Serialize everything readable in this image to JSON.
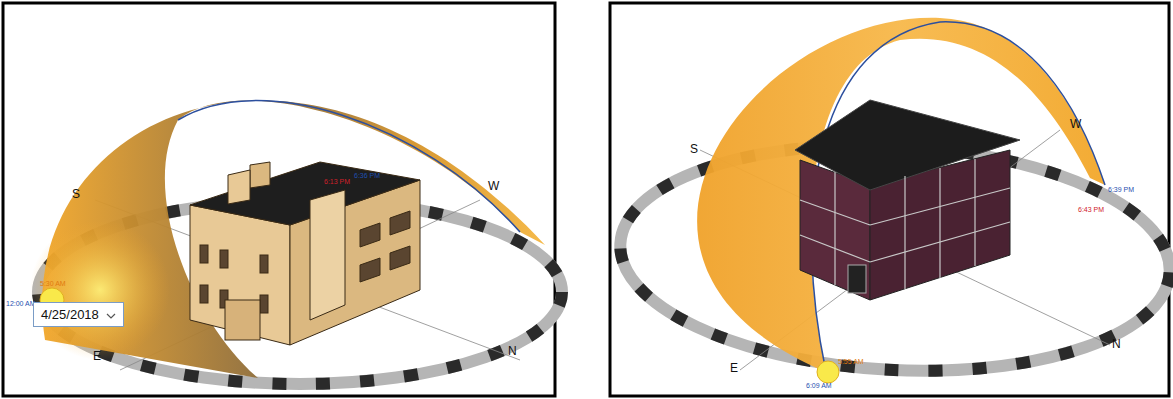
{
  "diagram": {
    "nodes": [
      {
        "text": [
          "4/25/2018"
        ]
      }
    ],
    "labels": [
      "S",
      "W",
      "E",
      "N",
      "6:13 PM",
      "6:36 PM",
      "5:30 AM",
      "12:00 AM",
      "S",
      "W",
      "E",
      "N",
      "6:39 PM",
      "6:43 PM",
      "5:55 AM",
      "6:09 AM"
    ]
  }
}
